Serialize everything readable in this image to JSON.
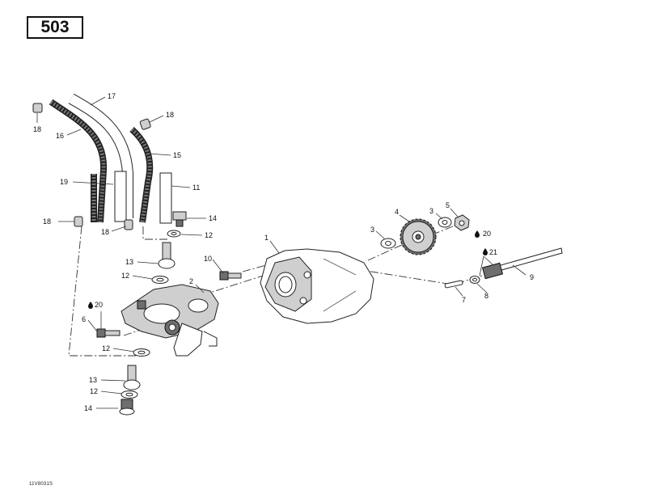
{
  "page_number": "503",
  "footer_code": "11V8031S",
  "callouts": {
    "c1": "1",
    "c2": "2",
    "c3a": "3",
    "c3b": "3",
    "c4": "4",
    "c5": "5",
    "c6": "6",
    "c7": "7",
    "c8": "8",
    "c9": "9",
    "c10": "10",
    "c11": "11",
    "c12a": "12",
    "c12b": "12",
    "c12c": "12",
    "c12d": "12",
    "c13a": "13",
    "c13b": "13",
    "c14a": "14",
    "c14b": "14",
    "c15": "15",
    "c16": "16",
    "c17": "17",
    "c18a": "18",
    "c18b": "18",
    "c18c": "18",
    "c18d": "18",
    "c19": "19",
    "c20a": "20",
    "c20b": "20",
    "c21": "21"
  }
}
